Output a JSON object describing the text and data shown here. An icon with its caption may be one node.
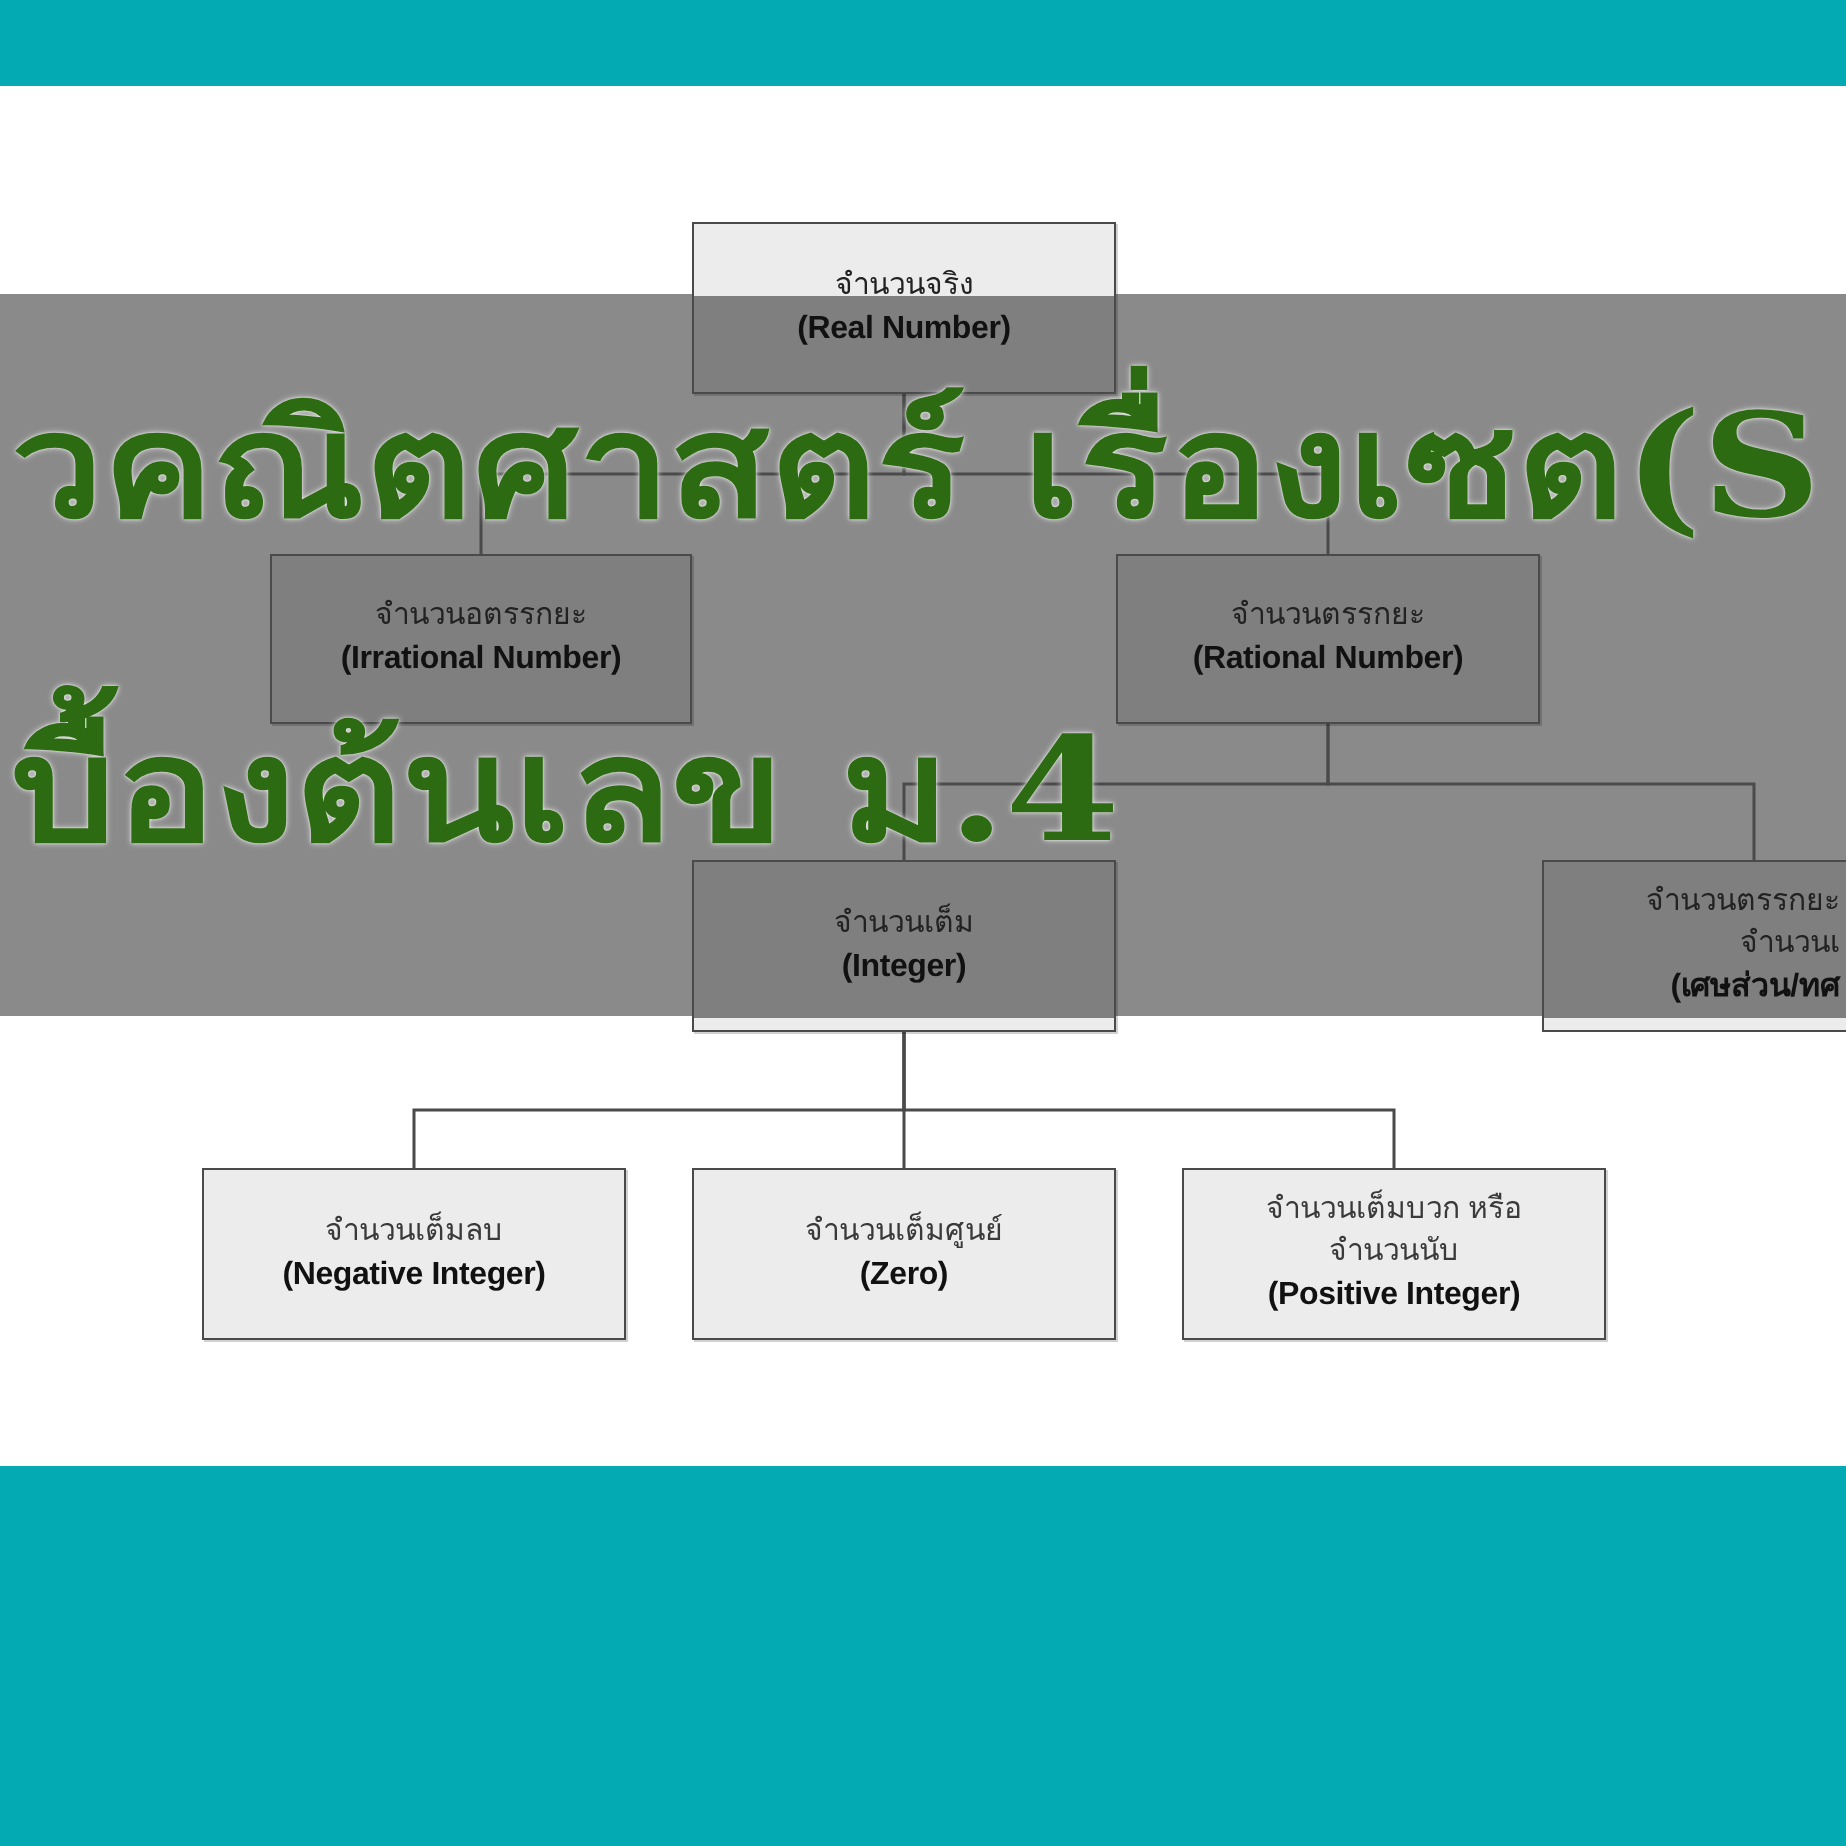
{
  "diagram": {
    "title": "วคณิตศาสตร์ เรื่องเซต(S",
    "nodes": [
      {
        "text": [
          "จำนวนจริง",
          "(Real Number)"
        ]
      },
      {
        "text": [
          "จำนวนอตรรกยะ",
          "(Irrational Number)"
        ]
      },
      {
        "text": [
          "จำนวนตรรกยะ",
          "(Rational Number)"
        ]
      },
      {
        "text": [
          "จำนวนเต็ม",
          "(Integer)"
        ]
      },
      {
        "text": [
          "จำนวนตรรกยะ จำนวนเ",
          "(เศษส่วน/ทศ"
        ]
      },
      {
        "text": [
          "จำนวนเต็มลบ",
          "(Negative Integer)"
        ]
      },
      {
        "text": [
          "จำนวนเต็มศูนย์",
          "(Zero)"
        ]
      },
      {
        "text": [
          "จำนวนเต็มบวก หรือ จำนวนนับ",
          "(Positive Integer)"
        ]
      }
    ],
    "edges": [
      {
        "from": 0,
        "to": 1,
        "arrow": "none"
      },
      {
        "from": 0,
        "to": 2,
        "arrow": "none"
      },
      {
        "from": 2,
        "to": 3,
        "arrow": "none"
      },
      {
        "from": 2,
        "to": 4,
        "arrow": "none"
      },
      {
        "from": 3,
        "to": 5,
        "arrow": "none"
      },
      {
        "from": 3,
        "to": 6,
        "arrow": "none"
      },
      {
        "from": 3,
        "to": 7,
        "arrow": "none"
      }
    ],
    "labels": [
      "บื้องต้นเลข ม.4"
    ]
  }
}
